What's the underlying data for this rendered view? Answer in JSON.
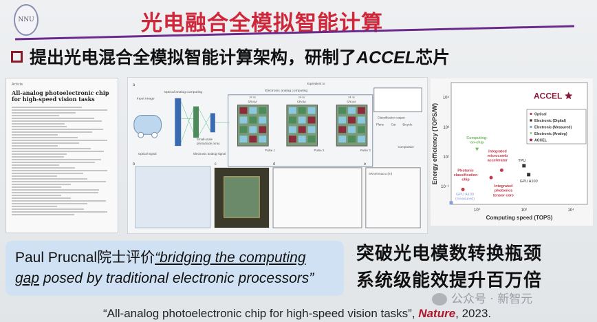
{
  "header": {
    "logo_text": "NNU",
    "title": "光电融合全模拟智能计算",
    "subtitle_prefix": "提出光电混合全模拟智能计算架构，研制了",
    "subtitle_accel": "ACCEL",
    "subtitle_suffix": "芯片",
    "accent": "#cf2639",
    "rule_color": "#6a2a8a"
  },
  "paper": {
    "label": "Article",
    "title": "All-analog photoelectronic chip for high-speed vision tasks"
  },
  "figure": {
    "panel_a": "a",
    "input_image": "Input image",
    "optical_computing": "Optical analog computing",
    "electronic_computing": "Electronic analog computing",
    "equivalent": "Equivalent to",
    "sram": "SRAM",
    "ns": "24 ns",
    "photodiode": "Small-scale photodiode array",
    "classification": "Classification output",
    "classes": [
      "Plane",
      "Car",
      "Bicycle"
    ],
    "pulses": [
      "Pulse 1",
      "Pulse 2",
      "Pulse 3"
    ],
    "comparator": "Comparator",
    "optical_signal": "Optical signal",
    "electronic_signal": "Electronic analog signal",
    "panel_b": "b",
    "panel_c": "c",
    "panel_d": "d",
    "panel_e": "e",
    "sram_macro": "SRAM macro (m)"
  },
  "chart_data": {
    "type": "scatter",
    "xlabel": "Computing speed (TOPS)",
    "ylabel": "Energy efficiency (TOPS/W)",
    "xscale": "log",
    "yscale": "log",
    "xlim_exp": [
      -1.1,
      4.7
    ],
    "ylim_exp": [
      -2.2,
      6
    ],
    "xticks": [
      {
        "exp": 0,
        "label": "10⁰"
      },
      {
        "exp": 2,
        "label": "10²"
      },
      {
        "exp": 4,
        "label": "10⁴"
      }
    ],
    "yticks": [
      {
        "exp": 5,
        "label": "10⁵"
      },
      {
        "exp": 3,
        "label": "10³"
      },
      {
        "exp": 1,
        "label": "10¹"
      },
      {
        "exp": -1,
        "label": "10⁻¹"
      }
    ],
    "legend": {
      "placement": "top-right",
      "entries": [
        {
          "name": "Optical",
          "color": "#c0394a",
          "marker": "circle"
        },
        {
          "name": "Electronic (Digital)",
          "color": "#333333",
          "marker": "square"
        },
        {
          "name": "Electronic (Measured)",
          "color": "#8b9ed8",
          "marker": "square"
        },
        {
          "name": "Electronic (Analog)",
          "color": "#6dbb5e",
          "marker": "triangle"
        },
        {
          "name": "ACCEL",
          "color": "#8a1a3a",
          "marker": "star"
        }
      ]
    },
    "points": [
      {
        "label": "ACCEL",
        "x_exp": 3.9,
        "y_exp": 5.1,
        "group": "ACCEL",
        "color": "#8a1a3a",
        "marker": "star"
      },
      {
        "label": "Photonic classification chip",
        "x_exp": -0.6,
        "y_exp": -1.2,
        "group": "Optical",
        "color": "#c0394a",
        "marker": "circle"
      },
      {
        "label": "Integrated microcomb accelerator",
        "x_exp": 1.05,
        "y_exp": 0.1,
        "group": "Optical",
        "color": "#c0394a",
        "marker": "circle"
      },
      {
        "label": "Integrated photonics tensor core",
        "x_exp": 0.6,
        "y_exp": -0.4,
        "group": "Optical",
        "color": "#c0394a",
        "marker": "circle"
      },
      {
        "label": "Computing-on-chip",
        "x_exp": 0.0,
        "y_exp": 1.5,
        "group": "Electronic (Analog)",
        "color": "#6dbb5e",
        "marker": "triangle"
      },
      {
        "label": "TPU",
        "x_exp": 2.0,
        "y_exp": 0.4,
        "group": "Electronic (Digital)",
        "color": "#333333",
        "marker": "square"
      },
      {
        "label": "GPU A100",
        "x_exp": 2.2,
        "y_exp": -0.2,
        "group": "Electronic (Digital)",
        "color": "#333333",
        "marker": "square"
      },
      {
        "label": "GPU A100 (measured)",
        "x_exp": -1.1,
        "y_exp": -2.1,
        "group": "Electronic (Measured)",
        "color": "#8b9ed8",
        "marker": "square"
      }
    ]
  },
  "quote": {
    "speaker": "Paul Prucnal院士评价",
    "text1": "“bridging the computing",
    "text2a": "gap",
    "text2b": " posed by traditional electronic processors”"
  },
  "highlights": [
    "突破光电模数转换瓶颈",
    "系统级能效提升百万倍"
  ],
  "citation": {
    "title": "“All-analog photoelectronic chip for high-speed vision tasks”, ",
    "journal": "Nature",
    "year": ", 2023."
  },
  "watermark": "公众号 · 新智元"
}
